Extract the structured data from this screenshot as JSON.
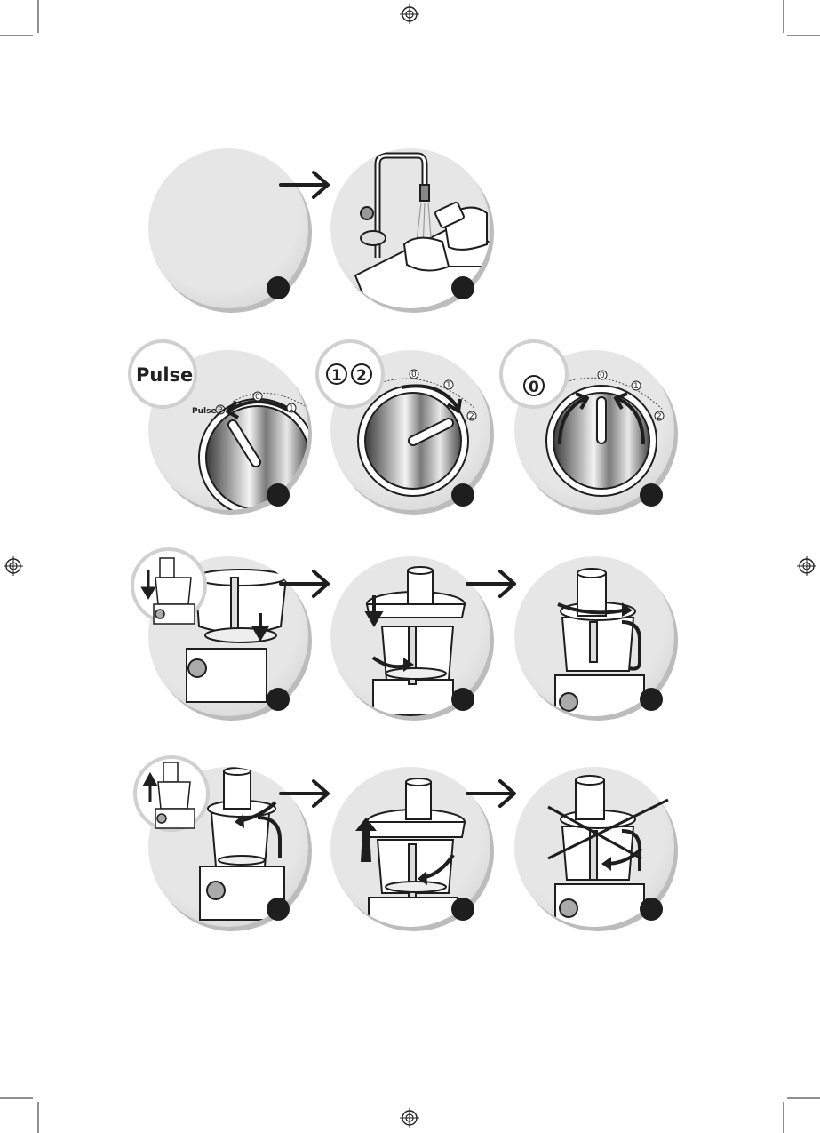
{
  "page": {
    "title": "",
    "colors": {
      "ink": "#1e1e1e",
      "disk": "#e4e4e4",
      "disk_shadow": "#bdbdbd",
      "bg": "#ffffff"
    }
  },
  "icons": [
    "registration-mark-icon",
    "arrow-right-icon",
    "step-dot-icon",
    "crossed-out-icon"
  ],
  "speed_controls": {
    "pulse_label": "Pulse",
    "pulse_dial_label": "Pulse",
    "pulse_symbol": "P",
    "speed_1": "1",
    "speed_2": "2",
    "off": "0"
  },
  "rows": [
    {
      "id": "cleaning",
      "panels": [
        "blank",
        "rinse-under-tap"
      ]
    },
    {
      "id": "speed",
      "panels": [
        "pulse",
        "speeds",
        "off"
      ]
    },
    {
      "id": "assembly",
      "panels": [
        "place-bowl",
        "fit-lid",
        "lock-lid"
      ]
    },
    {
      "id": "disassembly",
      "panels": [
        "unlock-lid",
        "lift-bowl",
        "do-not-remove"
      ]
    }
  ]
}
